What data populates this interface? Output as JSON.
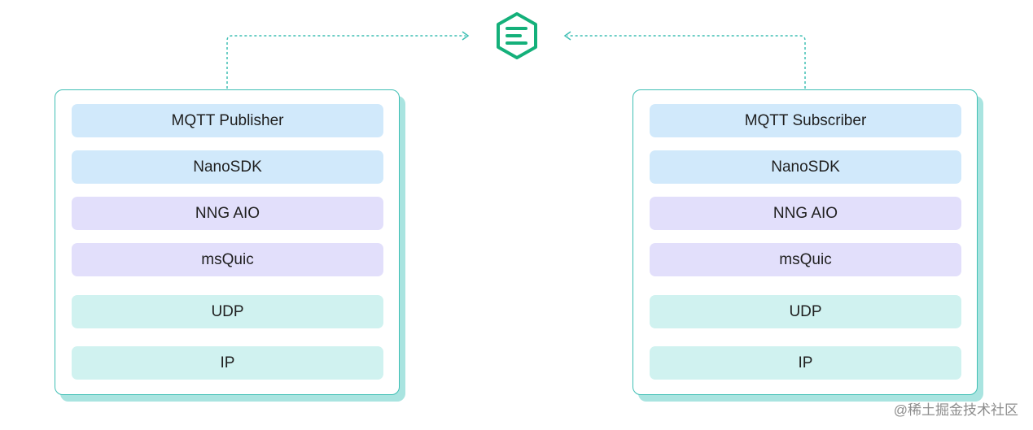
{
  "colors": {
    "border": "#3fbfb4",
    "shadow": "#a9e4e0",
    "connector": "#3fbfb4",
    "logo": "#14b07a",
    "app_layer": "#d1e9fb",
    "nng_layer": "#e2dffb",
    "net_layer": "#d0f2f0"
  },
  "hub": {
    "icon": "emqx-hexagon-logo-icon"
  },
  "publisher": {
    "layers": [
      {
        "label": "MQTT Publisher",
        "kind": "app"
      },
      {
        "label": "NanoSDK",
        "kind": "app"
      },
      {
        "label": "NNG AIO",
        "kind": "nng"
      },
      {
        "label": "msQuic",
        "kind": "nng"
      },
      {
        "label": "UDP",
        "kind": "net"
      },
      {
        "label": "IP",
        "kind": "net"
      }
    ]
  },
  "subscriber": {
    "layers": [
      {
        "label": "MQTT Subscriber",
        "kind": "app"
      },
      {
        "label": "NanoSDK",
        "kind": "app"
      },
      {
        "label": "NNG AIO",
        "kind": "nng"
      },
      {
        "label": "msQuic",
        "kind": "nng"
      },
      {
        "label": "UDP",
        "kind": "net"
      },
      {
        "label": "IP",
        "kind": "net"
      }
    ]
  },
  "watermark": "@稀土掘金技术社区"
}
